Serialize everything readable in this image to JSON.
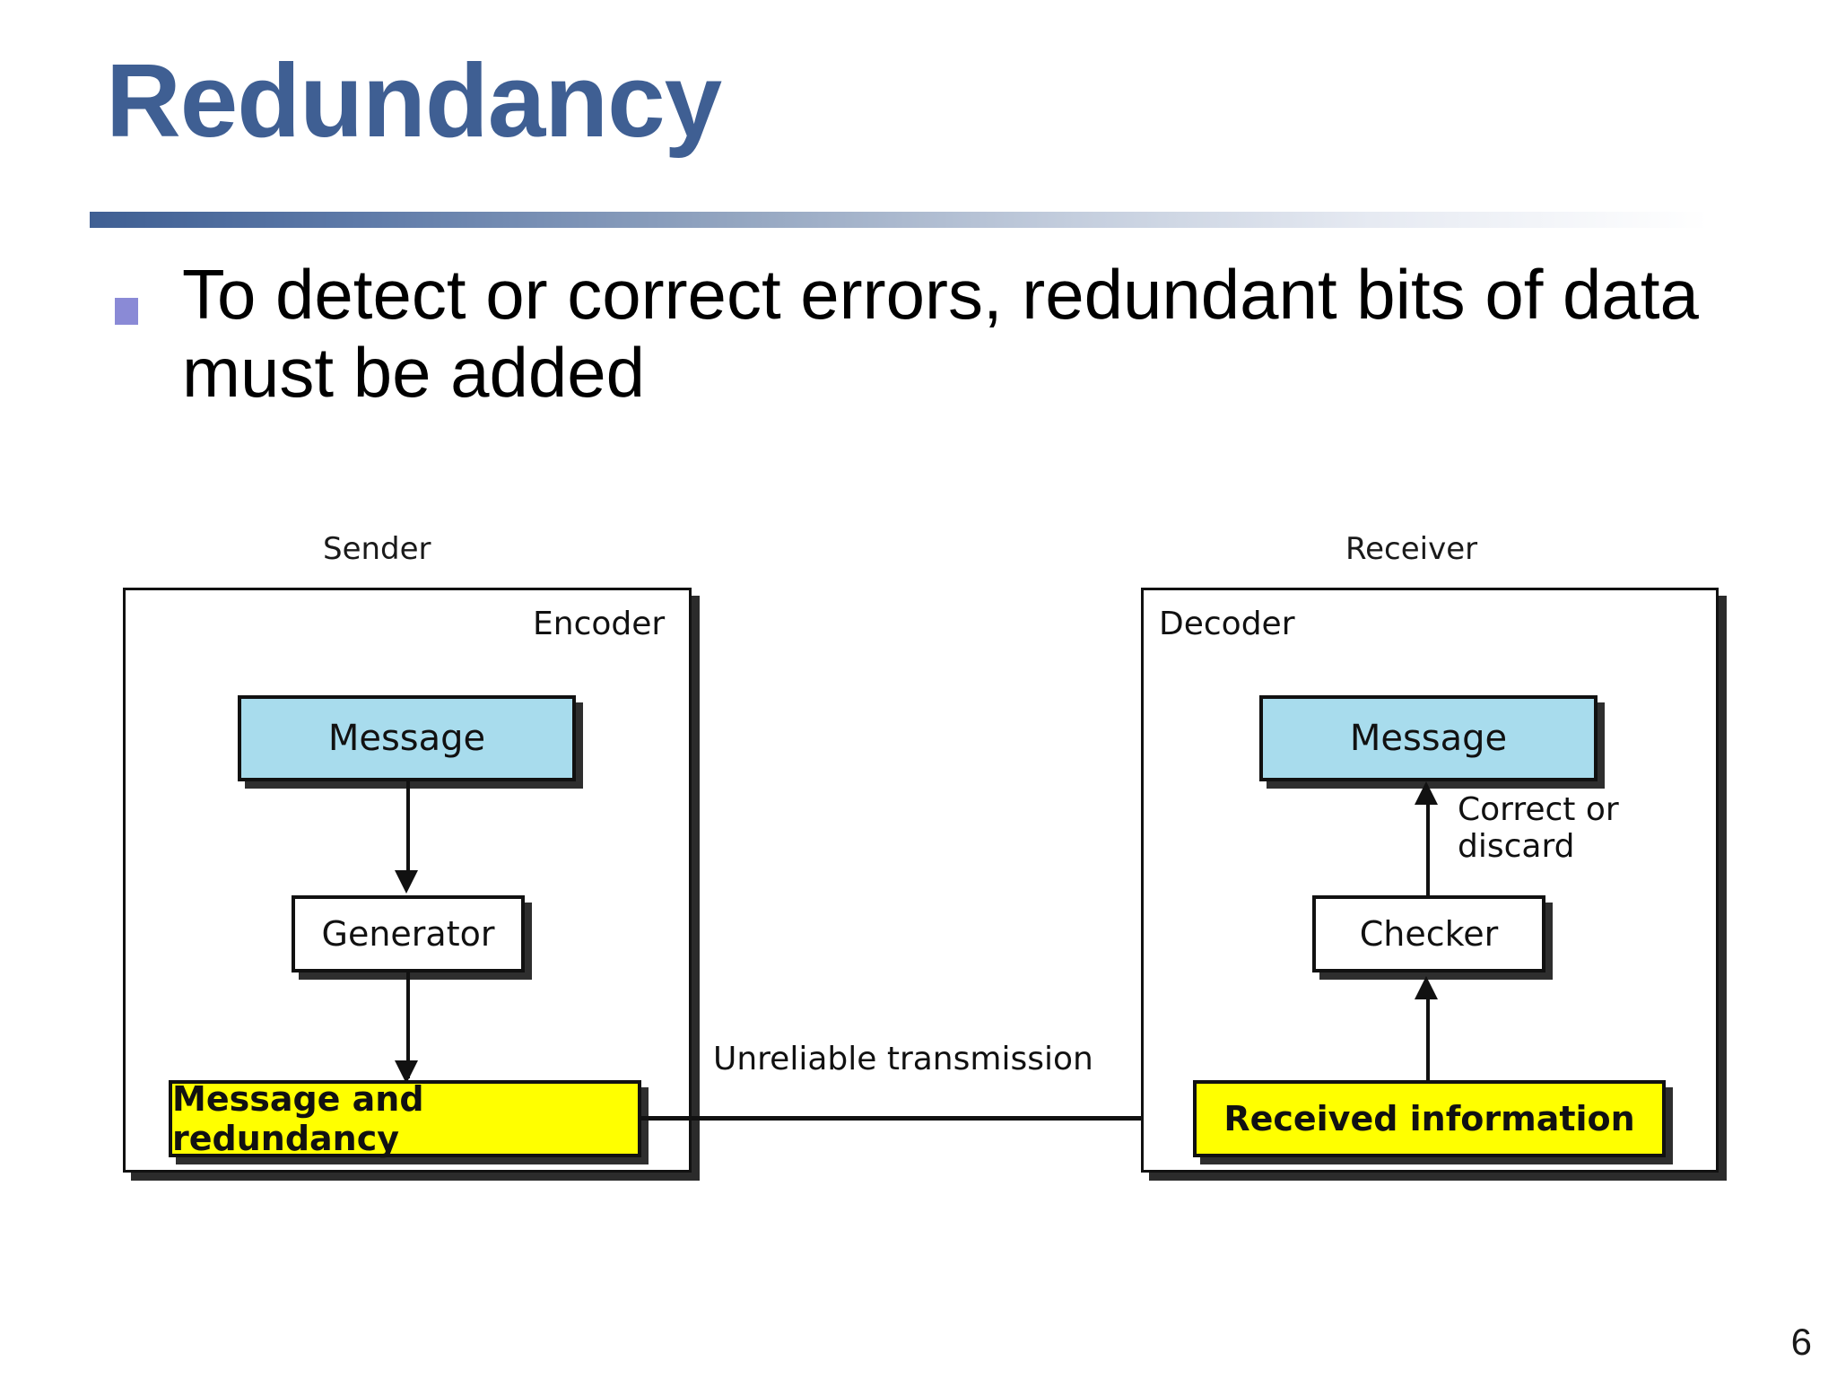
{
  "slide": {
    "title": "Redundancy",
    "title_color": "#3f5f93",
    "page_number": "6",
    "bullets": [
      {
        "marker": "square-bullet",
        "marker_color": "#8a8ad6",
        "text": "To detect or correct errors, redundant bits of data must be added"
      }
    ]
  },
  "diagram": {
    "type": "block-flow",
    "sender": {
      "caption": "Sender",
      "inner_label": "Encoder",
      "nodes": {
        "message": {
          "label": "Message",
          "fill": "#a8dced"
        },
        "generator": {
          "label": "Generator",
          "fill": "#ffffff"
        },
        "output": {
          "label": "Message and redundancy",
          "fill": "#ffff00"
        }
      }
    },
    "receiver": {
      "caption": "Receiver",
      "inner_label": "Decoder",
      "nodes": {
        "message": {
          "label": "Message",
          "fill": "#a8dced"
        },
        "checker": {
          "label": "Checker",
          "fill": "#ffffff"
        },
        "input": {
          "label": "Received information",
          "fill": "#ffff00"
        }
      },
      "edge_label_checker_to_message": "Correct or\ndiscard"
    },
    "channel_label": "Unreliable transmission"
  }
}
